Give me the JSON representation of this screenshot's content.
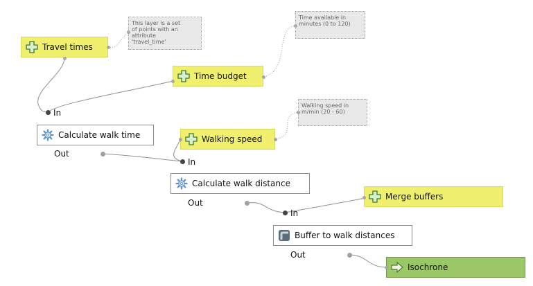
{
  "inputs": {
    "travel_times": "Travel times",
    "time_budget": "Time budget",
    "walking_speed": "Walking speed",
    "merge_buffers": "Merge buffers"
  },
  "algorithms": {
    "calc_walk_time": "Calculate walk time",
    "calc_walk_distance": "Calculate walk distance",
    "buffer": "Buffer to walk distances"
  },
  "outputs": {
    "isochrone": "Isochrone"
  },
  "ports": {
    "in": "In",
    "out": "Out"
  },
  "comments": {
    "travel_times": "This layer is a set\nof points with an\nattribute\n'travel_time'",
    "time_budget": "Time available in\nminutes (0 to 120)",
    "walking_speed": "Walking speed in\nm/min (20 - 60)"
  },
  "icons": {
    "input": "plus-icon",
    "algorithm": "gear-icon",
    "buffer": "buffer-icon",
    "output": "arrow-right-icon"
  },
  "colors": {
    "input_fill": "#f0f06e",
    "output_fill": "#9bc767",
    "comment_fill": "#e8e8e8"
  }
}
